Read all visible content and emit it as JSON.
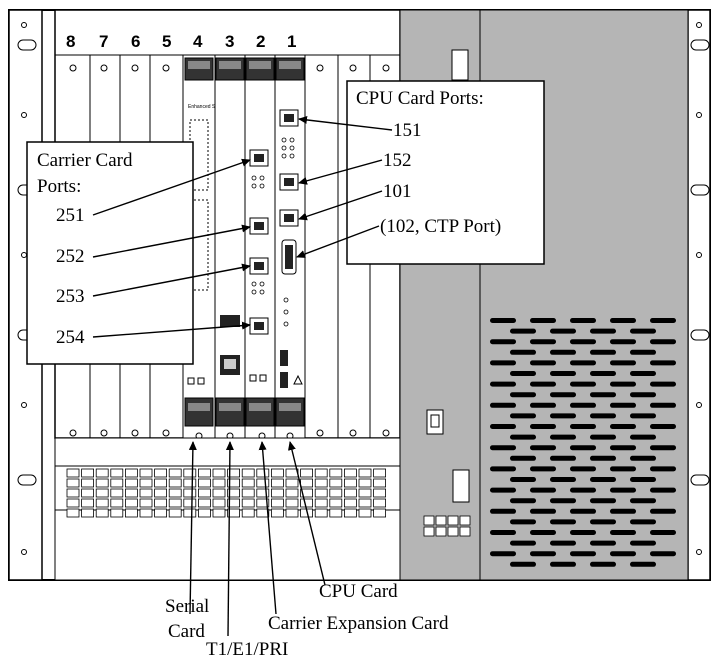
{
  "slot_numbers": [
    "8",
    "7",
    "6",
    "5",
    "4",
    "3",
    "2",
    "1"
  ],
  "carrier_box": {
    "title_line1": "Carrier Card",
    "title_line2": "Ports:",
    "ports": [
      "251",
      "252",
      "253",
      "254"
    ]
  },
  "cpu_box": {
    "title": "CPU Card Ports:",
    "ports": [
      "151",
      "152",
      "101",
      "(102, CTP Port)"
    ]
  },
  "bottom_labels": {
    "serial_line1": "Serial",
    "serial_line2": "Card",
    "t1": "T1/E1/PRI",
    "carrier_expansion": "Carrier Expansion Card",
    "cpu": "CPU Card"
  },
  "card_faceplate_text": "Enhanced Serial IPS"
}
